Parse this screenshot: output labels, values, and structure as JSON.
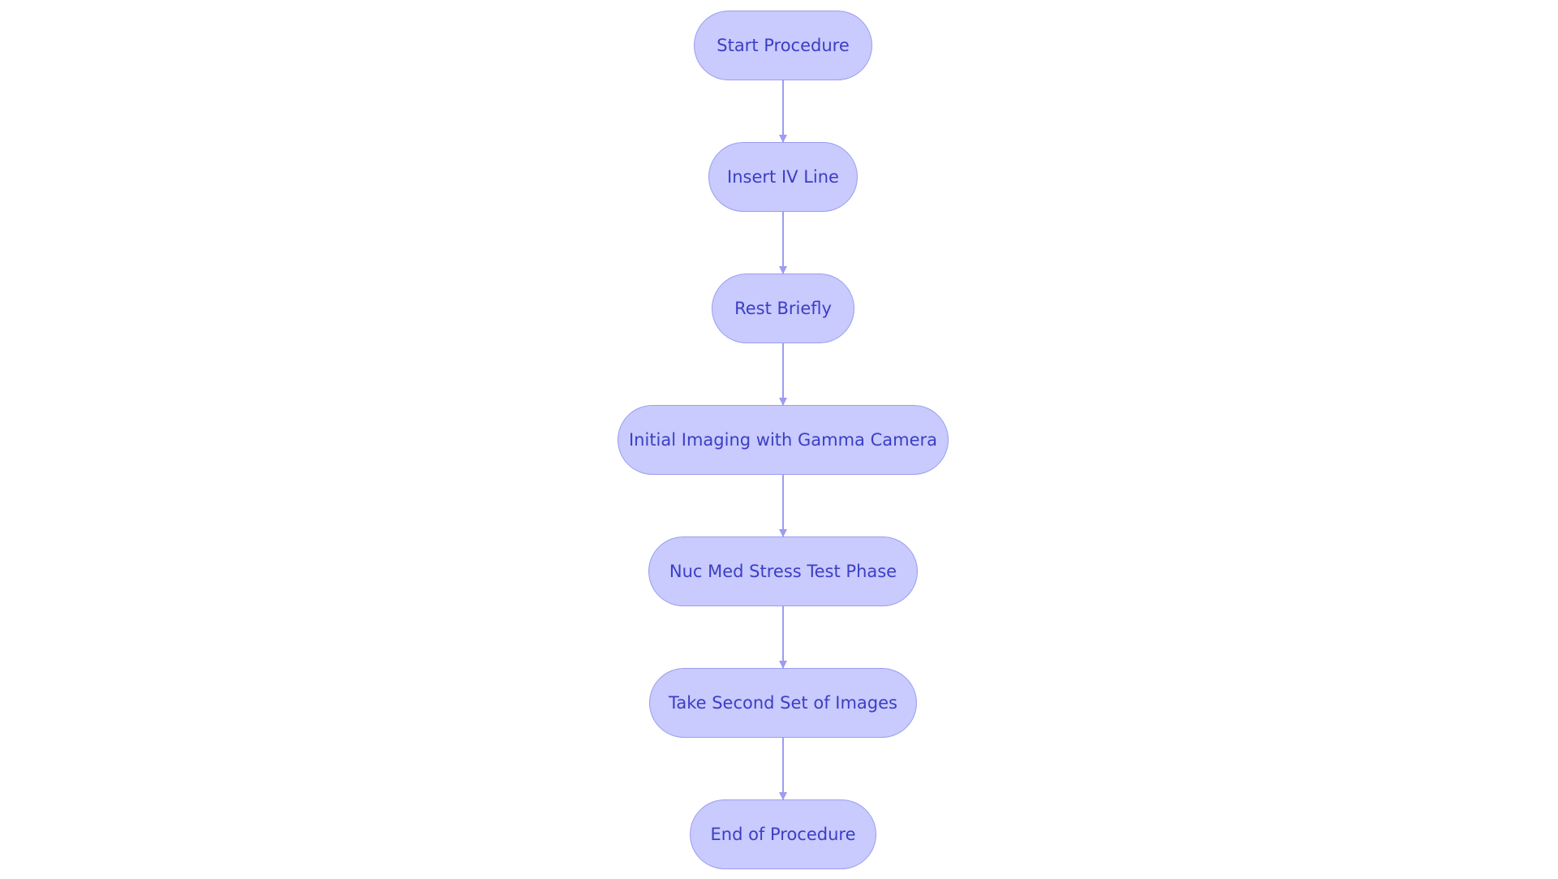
{
  "diagram": {
    "type": "flowchart",
    "direction": "top-to-bottom",
    "colors": {
      "node_fill": "#c9cafd",
      "node_border": "#9b9df0",
      "node_text": "#3a3fc4",
      "connector": "#9b9df0",
      "background": "#ffffff"
    },
    "nodes": [
      {
        "id": "n1",
        "label": "Start Procedure"
      },
      {
        "id": "n2",
        "label": "Insert IV Line"
      },
      {
        "id": "n3",
        "label": "Rest Briefly"
      },
      {
        "id": "n4",
        "label": "Initial Imaging with Gamma Camera"
      },
      {
        "id": "n5",
        "label": "Nuc Med Stress Test Phase"
      },
      {
        "id": "n6",
        "label": "Take Second Set of Images"
      },
      {
        "id": "n7",
        "label": "End of Procedure"
      }
    ],
    "edges": [
      {
        "from": "n1",
        "to": "n2"
      },
      {
        "from": "n2",
        "to": "n3"
      },
      {
        "from": "n3",
        "to": "n4"
      },
      {
        "from": "n4",
        "to": "n5"
      },
      {
        "from": "n5",
        "to": "n6"
      },
      {
        "from": "n6",
        "to": "n7"
      }
    ]
  }
}
